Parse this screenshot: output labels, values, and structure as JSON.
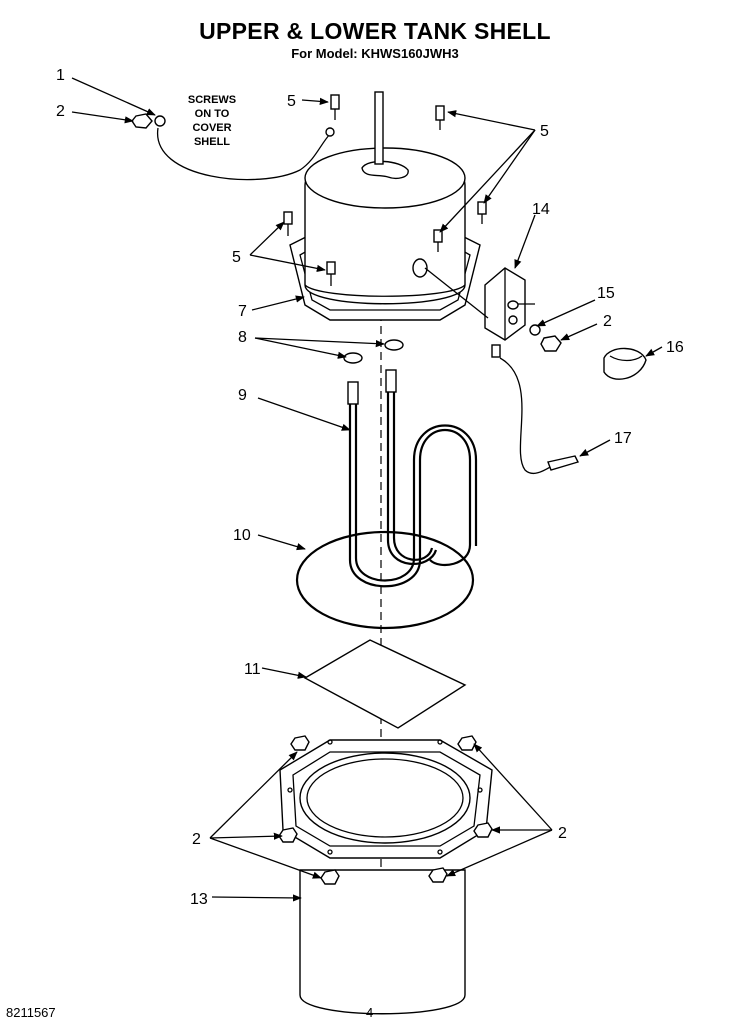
{
  "header": {
    "title": "UPPER & LOWER TANK SHELL",
    "subtitle": "For Model: KHWS160JWH3"
  },
  "note": {
    "lines": [
      "SCREWS",
      "ON TO",
      "COVER",
      "SHELL"
    ]
  },
  "callouts": {
    "c1": "1",
    "c2a": "2",
    "c5a": "5",
    "c5b": "5",
    "c5c": "5",
    "c14": "14",
    "c7": "7",
    "c15": "15",
    "c2b": "2",
    "c8": "8",
    "c16": "16",
    "c9": "9",
    "c17": "17",
    "c10": "10",
    "c11": "11",
    "c2c": "2",
    "c2d": "2",
    "c13": "13"
  },
  "footer": {
    "doc_number": "8211567",
    "page": "4"
  }
}
